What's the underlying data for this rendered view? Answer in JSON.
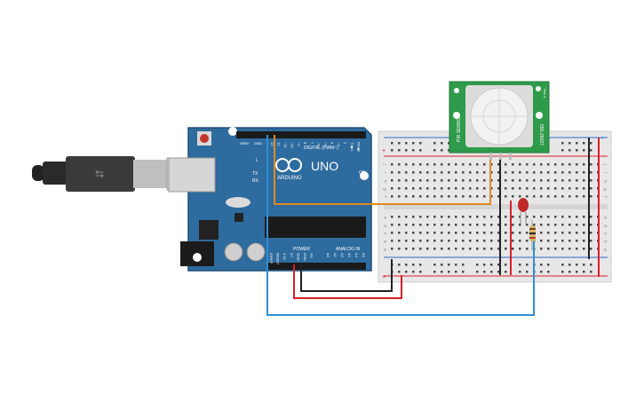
{
  "arduino": {
    "brand": "ARDUINO",
    "model": "UNO",
    "digital_label": "DIGITAL (PWM~)",
    "power_label": "POWER",
    "analog_label": "ANALOG IN",
    "on_label": "ON",
    "l_label": "L",
    "tx_label": "TX",
    "rx_label": "RX",
    "aref_label": "AREF",
    "gnd_label": "GND",
    "digital_pins": [
      "13",
      "12",
      "~11",
      "~10",
      "~9",
      "8",
      "7",
      "~6",
      "~5",
      "4",
      "~3",
      "2",
      "TX▶1",
      "RX◀0"
    ],
    "power_pins": [
      "IOREF",
      "RESET",
      "3.3V",
      "5V",
      "GND",
      "GND",
      "Vin"
    ],
    "analog_pins": [
      "A0",
      "A1",
      "A2",
      "A3",
      "A4",
      "A5"
    ]
  },
  "pir": {
    "left_text": "PIR SENSOR",
    "right_text": "555-28027",
    "rev_text": "Rev A"
  },
  "breadboard": {
    "row_letters_top": [
      "j",
      "i",
      "h",
      "g",
      "f"
    ],
    "row_letters_bottom": [
      "e",
      "d",
      "c",
      "b",
      "a"
    ],
    "plus": "+",
    "minus": "-"
  },
  "colors": {
    "arduino_board": "#2e6b9e",
    "wire_orange": "#e08a1e",
    "wire_blue": "#2f8fd6",
    "wire_red": "#d9202a",
    "wire_black": "#222222",
    "pir_board": "#2e9a4a",
    "led": "#c0282a"
  }
}
